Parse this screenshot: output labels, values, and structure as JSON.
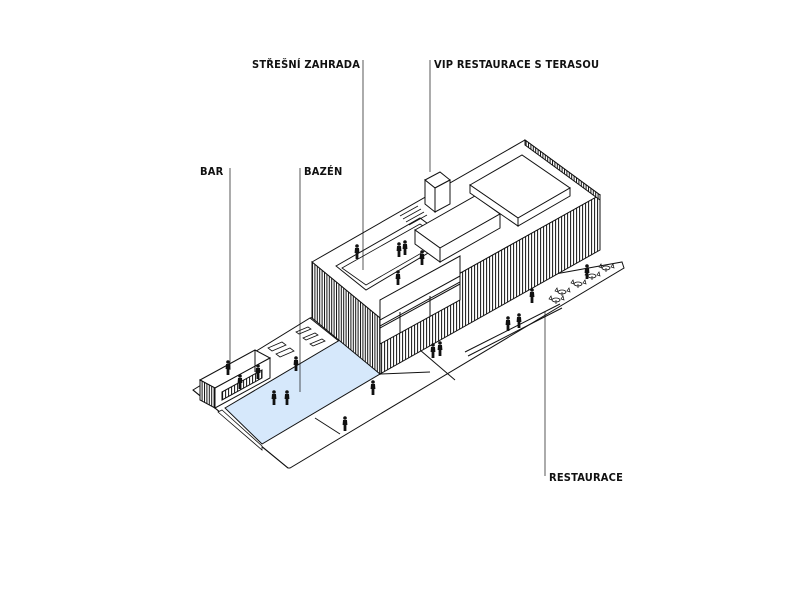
{
  "labels": {
    "roof_garden": "STŘEŠNÍ ZAHRADA",
    "vip_restaurant": "VIP RESTAURACE S TERASOU",
    "bar": "BAR",
    "pool": "BAZÉN",
    "restaurant": "RESTAURACE"
  },
  "colors": {
    "line": "#111111",
    "pool_fill": "#d6e8fb",
    "background": "#ffffff"
  },
  "icons": [
    "person-icon",
    "table-chairs-icon",
    "sun-lounger-icon"
  ]
}
